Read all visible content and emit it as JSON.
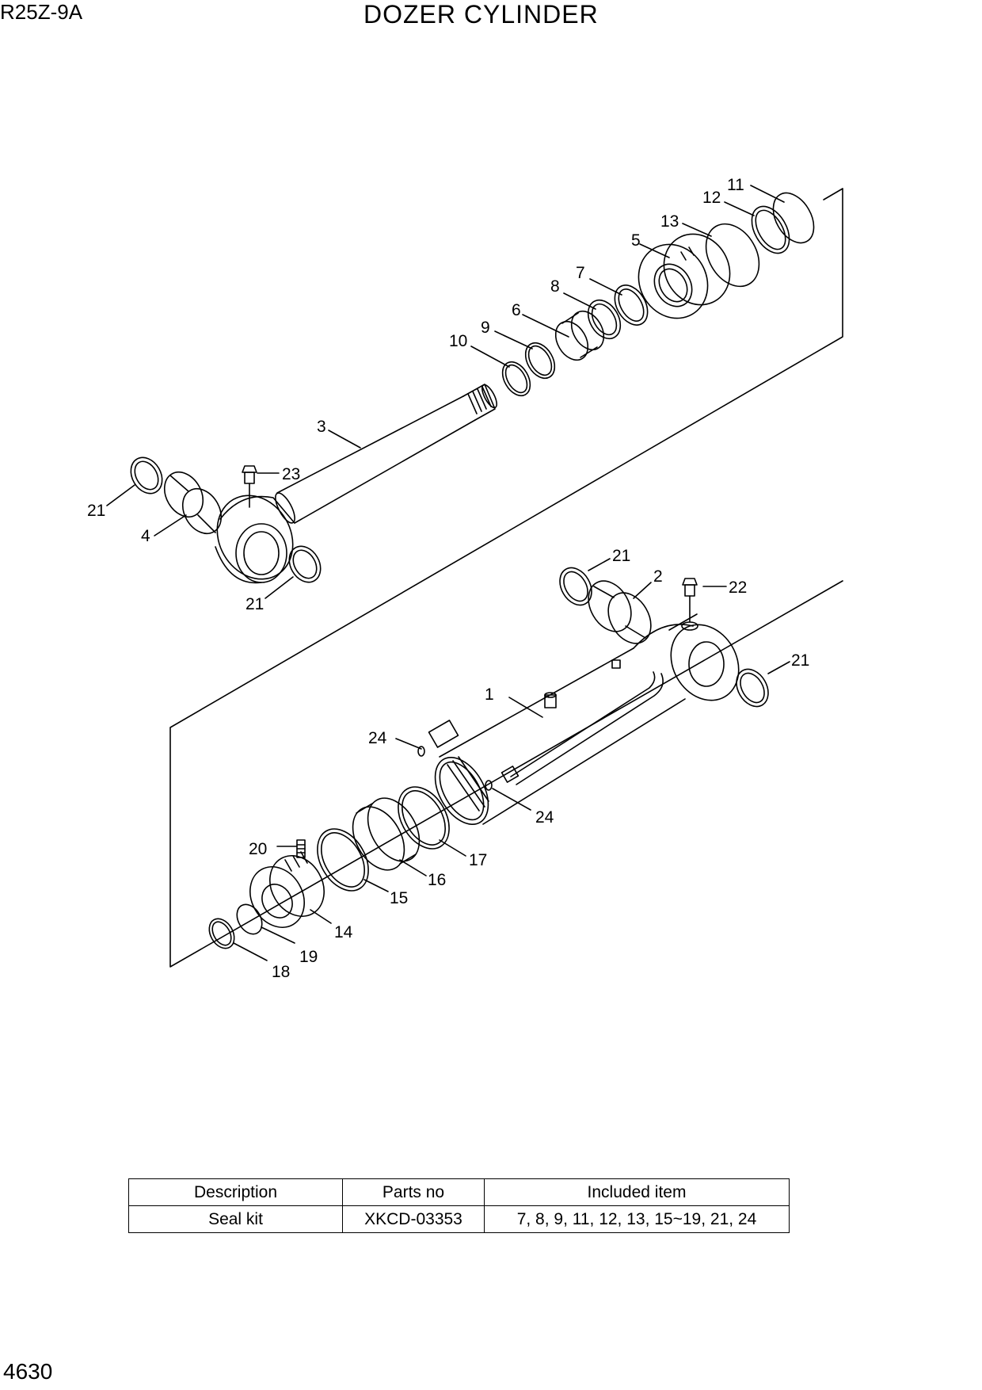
{
  "header": {
    "model": "R25Z-9A",
    "title": "DOZER CYLINDER"
  },
  "footer": {
    "page_number": "4630"
  },
  "callouts": [
    "1",
    "2",
    "3",
    "4",
    "5",
    "6",
    "7",
    "8",
    "9",
    "10",
    "11",
    "12",
    "13",
    "14",
    "15",
    "16",
    "17",
    "18",
    "19",
    "20",
    "21",
    "22",
    "23",
    "24"
  ],
  "kit_table": {
    "headers": [
      "Description",
      "Parts no",
      "Included item"
    ],
    "rows": [
      [
        "Seal kit",
        "XKCD-03353",
        "7, 8, 9, 11, 12, 13, 15~19, 21, 24"
      ]
    ]
  }
}
